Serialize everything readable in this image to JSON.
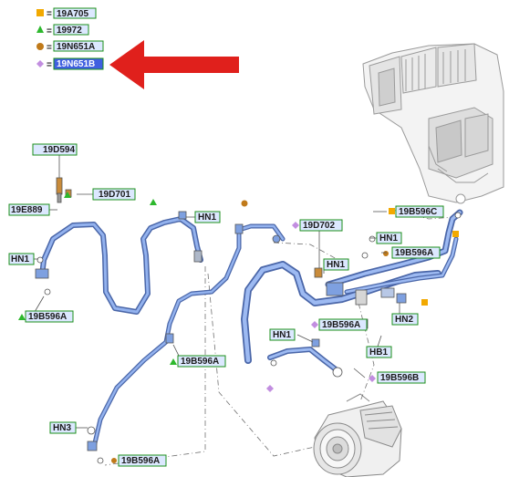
{
  "legend": {
    "equals": "=",
    "items": [
      {
        "marker": "square",
        "color": "#f2a900",
        "code": "19A705"
      },
      {
        "marker": "triangle",
        "color": "#2db82d",
        "code": "19972"
      },
      {
        "marker": "circle",
        "color": "#c07a1a",
        "code": "19N651A"
      },
      {
        "marker": "diamond",
        "color": "#c28ee0",
        "code": "19N651B",
        "highlighted": true
      }
    ]
  },
  "callouts": {
    "c1": "19D594",
    "c2": "19D701",
    "c3": "19E889",
    "c4": "HN1",
    "c5": "19B596A",
    "c6": "HN1",
    "c7": "19D702",
    "c8": "HN1",
    "c9": "19B596C",
    "c10": "HN1",
    "c11": "19B596A",
    "c12": "19B596A",
    "c13": "HN2",
    "c14": "HB1",
    "c15": "HN1",
    "c16": "19B596A",
    "c17": "19B596B",
    "c18": "HN3",
    "c19": "19B596A"
  },
  "colors": {
    "label_border": "#1b8f1b",
    "label_fill": "#eef6ee",
    "label_text_box": "#dce8ff",
    "highlight": "#3f5fe0",
    "hose": "#6f8fd0",
    "arrow": "#e0201c"
  }
}
